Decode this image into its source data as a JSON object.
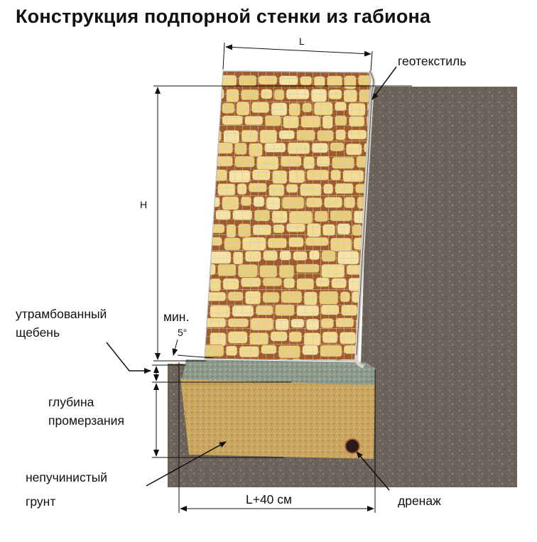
{
  "title": "Конструкция подпорной стенки из габиона",
  "labels": {
    "width_top": "L",
    "height": "H",
    "geotextile": "геотекстиль",
    "compacted_line1": "утрамбованный",
    "compacted_line2": "щебень",
    "min_angle_line1": "мин.",
    "min_angle_line2": "5°",
    "frost_line1": "глубина",
    "frost_line2": "промерзания",
    "soil_line1": "непучинистый",
    "soil_line2": "грунт",
    "base_width": "L+40 см",
    "drainage": "дренаж"
  },
  "colors": {
    "soil": "#6e655c",
    "gabion_stone": "#f2d98c",
    "gravel": "#8f9d90",
    "sand": "#c9a662",
    "mesh": "#c8ccd2"
  }
}
